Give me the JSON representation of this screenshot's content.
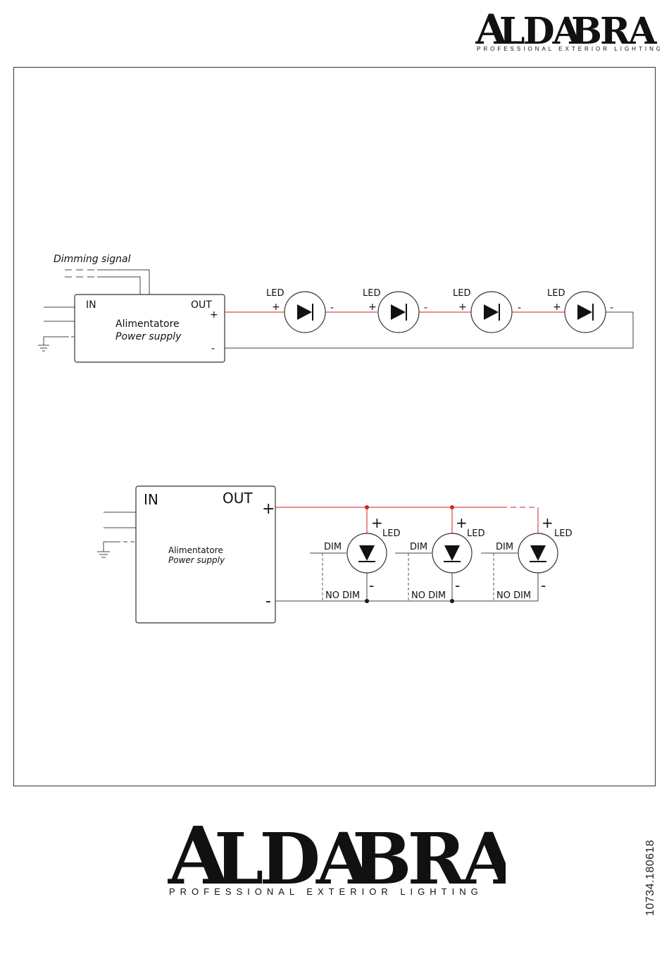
{
  "logo_top": {
    "letters": [
      "A",
      "LDA",
      "BRA"
    ],
    "tagline": "PROFESSIONAL EXTERIOR LIGHTING"
  },
  "logo_bottom": {
    "letters": [
      "A",
      "LDA",
      "BRA"
    ],
    "tagline": "PROFESSIONAL EXTERIOR LIGHTING"
  },
  "colors": {
    "brand_blue": "#2b6cf0",
    "brand_grey": "#a9b8bb",
    "wire_red": "#d22222",
    "ink": "#111111"
  },
  "diagram1": {
    "dimming_signal": "Dimming signal",
    "in_label": "IN",
    "out_label": "OUT",
    "psu_line1": "Alimentatore",
    "psu_line2": "Power supply",
    "plus": "+",
    "minus": "-",
    "leds": [
      {
        "label": "LED",
        "plus": "+",
        "minus": "-"
      },
      {
        "label": "LED",
        "plus": "+",
        "minus": "-"
      },
      {
        "label": "LED",
        "plus": "+",
        "minus": "-"
      },
      {
        "label": "LED",
        "plus": "+",
        "minus": "-"
      }
    ]
  },
  "diagram2": {
    "in_label": "IN",
    "out_label": "OUT",
    "psu_line1": "Alimentatore",
    "psu_line2": "Power supply",
    "plus": "+",
    "minus": "-",
    "leds": [
      {
        "label": "LED",
        "plus": "+",
        "minus": "-",
        "dim": "DIM",
        "no_dim": "NO DIM"
      },
      {
        "label": "LED",
        "plus": "+",
        "minus": "-",
        "dim": "DIM",
        "no_dim": "NO DIM"
      },
      {
        "label": "LED",
        "plus": "+",
        "minus": "-",
        "dim": "DIM",
        "no_dim": "NO DIM"
      }
    ]
  },
  "doc_code": "10734.180618"
}
